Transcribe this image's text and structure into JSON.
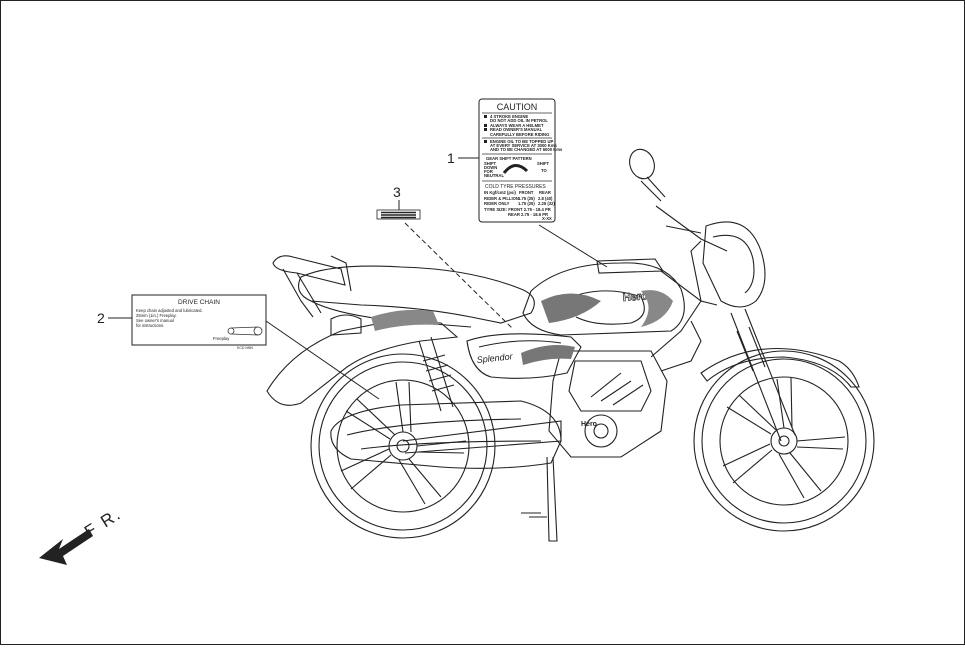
{
  "callouts": {
    "one": "1",
    "two": "2",
    "three": "3"
  },
  "direction_label": "F R.",
  "caution_label": {
    "title": "CAUTION",
    "lines": [
      "4 STROKE ENGINE",
      "DO NOT ADD OIL IN PETROL",
      "ALWAYS WEAR A HELMET",
      "READ OWNER'S MANUAL",
      "CAREFULLY BEFORE RIDING",
      "ENGINE OIL TO BE TOPPED UP",
      "AT EVERY SERVICE AT 3000 Kms",
      "AND TO BE CHANGED AT 6000 Kms"
    ],
    "gear_title": "GEAR SHIFT PATTERN",
    "gear_left": [
      "SHIFT",
      "DOWN",
      "FOR",
      "NEUTRAL"
    ],
    "gear_right": [
      "SHIFT",
      "TO"
    ],
    "tyre_title": "COLD TYRE PRESSURES",
    "tyre_header": [
      "IN Kgf/cm2 (psi)",
      "FRONT",
      "REAR"
    ],
    "tyre_rows": [
      [
        "RIDER & PILLION",
        "1.75 (25)",
        "2.8 (40)"
      ],
      [
        "RIDER ONLY",
        "1.75 (25)",
        "2.25 (32)"
      ]
    ],
    "tyre_size_rows": [
      "TYRE SIZE: FRONT 2.75 - 18.4 PR",
      "REAR 2.75 - 18.6 PR"
    ],
    "part_code": "X-XX"
  },
  "chain_label": {
    "title": "DRIVE CHAIN",
    "lines": [
      "Keep chain adjusted and lubricated.",
      "25mm (1in.) Freeplay.",
      "See owner's manual",
      "for instructions."
    ],
    "freeplay": "Freeplay",
    "code": "KCD NNN"
  },
  "bike_marks": {
    "tank_brand": "Hero",
    "panel_brand": "Splendor",
    "engine_brand": "Hero"
  }
}
